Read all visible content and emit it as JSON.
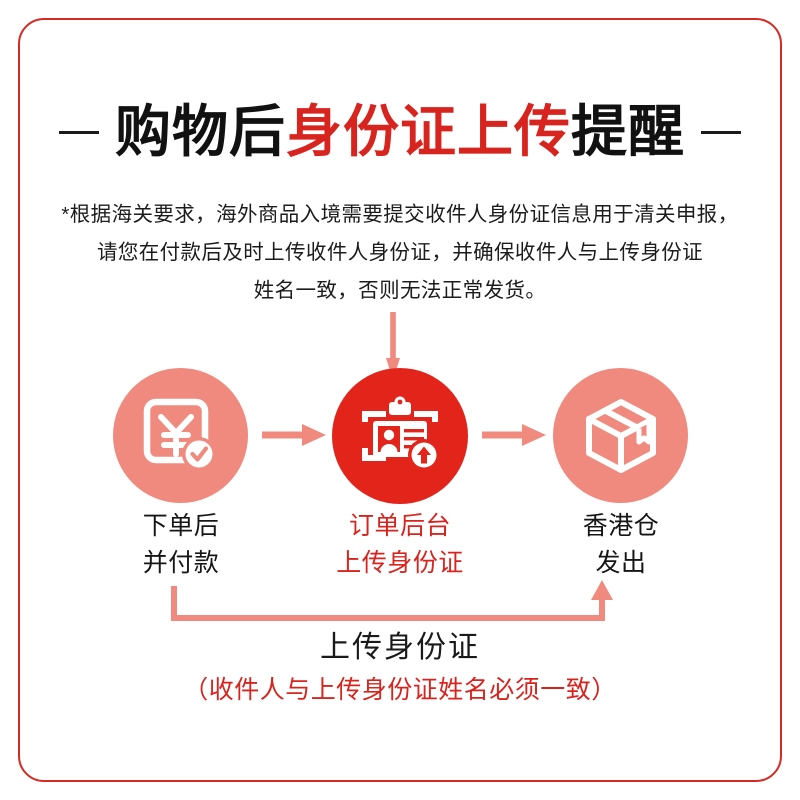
{
  "page": {
    "background_color": "#FFFFFF",
    "frame_color": "#D42A22",
    "accent_red": "#D8241E",
    "accent_salmon": "#F08A7E",
    "circle_red": "#E2241B"
  },
  "title": {
    "prefix": "购物后",
    "highlight": "身份证上传",
    "suffix": "提醒",
    "full": "购物后身份证上传提醒",
    "dash_left": "decorative-dash",
    "dash_right": "decorative-dash"
  },
  "intro": {
    "line1": "*根据海关要求，海外商品入境需要提交收件人身份证信息用于清关申报，",
    "line2": "请您在付款后及时上传收件人身份证，并确保收件人与上传身份证",
    "line3": "姓名一致，否则无法正常发货。"
  },
  "flow": {
    "steps": [
      {
        "id": "step-order-paid",
        "icon": "yuan-receipt-check-icon",
        "circle_color": "#F08A7E",
        "label_line1": "下单后",
        "label_line2": "并付款",
        "label_color": "#161616"
      },
      {
        "id": "step-upload-id",
        "icon": "id-card-upload-icon",
        "circle_color": "#E2241B",
        "label_line1": "订单后台",
        "label_line2": "上传身份证",
        "label_color": "#D8241E"
      },
      {
        "id": "step-hk-warehouse-ship",
        "icon": "package-box-icon",
        "circle_color": "#F08A7E",
        "label_line1": "香港仓",
        "label_line2": "发出",
        "label_color": "#161616"
      }
    ],
    "connector_arrow_1": "arrow-right-icon",
    "connector_arrow_2": "arrow-right-icon",
    "down_arrow": "arrow-down-icon",
    "bracket": "bracket-connector-up-arrow"
  },
  "footer": {
    "main": "上传身份证",
    "sub": "（收件人与上传身份证姓名必须一致）"
  }
}
